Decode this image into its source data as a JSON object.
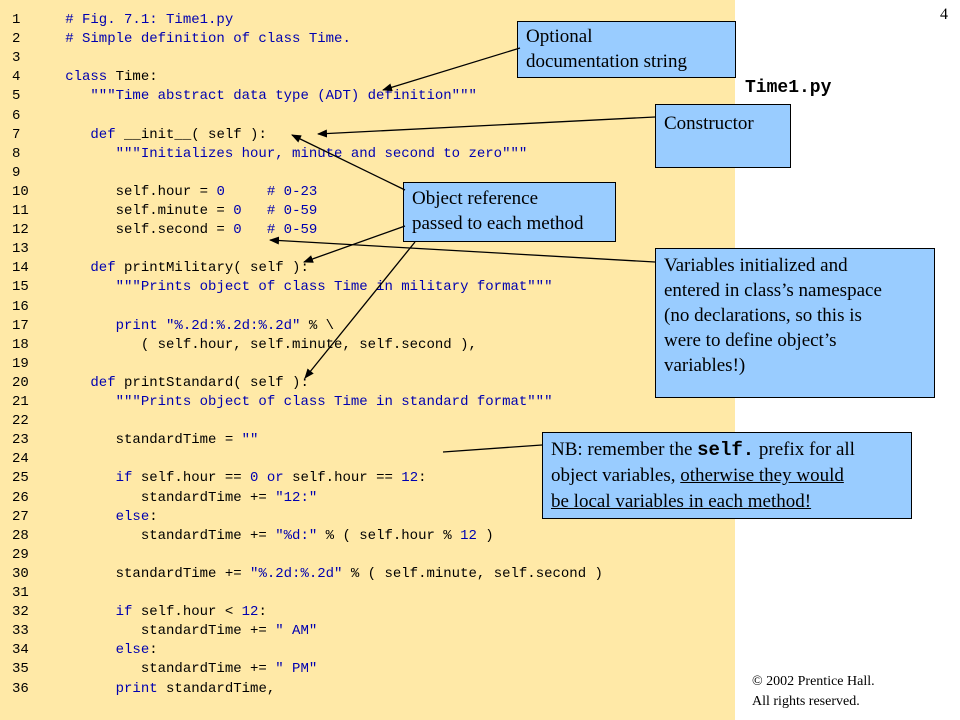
{
  "page_number": "4",
  "filename": "Time1.py",
  "copyright": {
    "line1": "© 2002 Prentice Hall.",
    "line2": "All rights reserved."
  },
  "code_lines": [
    {
      "n": "1",
      "segs": [
        {
          "t": "   # Fig. 7.1: Time1.py",
          "c": "cm"
        }
      ]
    },
    {
      "n": "2",
      "segs": [
        {
          "t": "   # Simple definition of class Time.",
          "c": "cm"
        }
      ]
    },
    {
      "n": "3",
      "segs": []
    },
    {
      "n": "4",
      "segs": [
        {
          "t": "   class",
          "c": "kw"
        },
        {
          "t": " Time:",
          "c": ""
        }
      ]
    },
    {
      "n": "5",
      "segs": [
        {
          "t": "      \"\"\"Time abstract data type (ADT) definition\"\"\"",
          "c": "st"
        }
      ]
    },
    {
      "n": "6",
      "segs": []
    },
    {
      "n": "7",
      "segs": [
        {
          "t": "      def",
          "c": "kw"
        },
        {
          "t": " __init__( self ):",
          "c": ""
        }
      ]
    },
    {
      "n": "8",
      "segs": [
        {
          "t": "         \"\"\"Initializes hour, minute and second to zero\"\"\"",
          "c": "st"
        }
      ]
    },
    {
      "n": "9",
      "segs": []
    },
    {
      "n": "10",
      "segs": [
        {
          "t": "         self.hour = ",
          "c": ""
        },
        {
          "t": "0",
          "c": "nm"
        },
        {
          "t": "     ",
          "c": ""
        },
        {
          "t": "# 0-23",
          "c": "cm"
        }
      ]
    },
    {
      "n": "11",
      "segs": [
        {
          "t": "         self.minute = ",
          "c": ""
        },
        {
          "t": "0",
          "c": "nm"
        },
        {
          "t": "   ",
          "c": ""
        },
        {
          "t": "# 0-59",
          "c": "cm"
        }
      ]
    },
    {
      "n": "12",
      "segs": [
        {
          "t": "         self.second = ",
          "c": ""
        },
        {
          "t": "0",
          "c": "nm"
        },
        {
          "t": "   ",
          "c": ""
        },
        {
          "t": "# 0-59",
          "c": "cm"
        }
      ]
    },
    {
      "n": "13",
      "segs": []
    },
    {
      "n": "14",
      "segs": [
        {
          "t": "      def",
          "c": "kw"
        },
        {
          "t": " printMilitary( self ):",
          "c": ""
        }
      ]
    },
    {
      "n": "15",
      "segs": [
        {
          "t": "         \"\"\"Prints object of class Time in military format\"\"\"",
          "c": "st"
        }
      ]
    },
    {
      "n": "16",
      "segs": []
    },
    {
      "n": "17",
      "segs": [
        {
          "t": "         print",
          "c": "kw"
        },
        {
          "t": " ",
          "c": ""
        },
        {
          "t": "\"%.2d:%.2d:%.2d\"",
          "c": "st"
        },
        {
          "t": " % \\",
          "c": ""
        }
      ]
    },
    {
      "n": "18",
      "segs": [
        {
          "t": "            ( self.hour, self.minute, self.second ),",
          "c": ""
        }
      ]
    },
    {
      "n": "19",
      "segs": []
    },
    {
      "n": "20",
      "segs": [
        {
          "t": "      def",
          "c": "kw"
        },
        {
          "t": " printStandard( self ):",
          "c": ""
        }
      ]
    },
    {
      "n": "21",
      "segs": [
        {
          "t": "         \"\"\"Prints object of class Time in standard format\"\"\"",
          "c": "st"
        }
      ]
    },
    {
      "n": "22",
      "segs": []
    },
    {
      "n": "23",
      "segs": [
        {
          "t": "         standardTime = ",
          "c": ""
        },
        {
          "t": "\"\"",
          "c": "st"
        }
      ]
    },
    {
      "n": "24",
      "segs": []
    },
    {
      "n": "25",
      "segs": [
        {
          "t": "         if",
          "c": "kw"
        },
        {
          "t": " self.hour == ",
          "c": ""
        },
        {
          "t": "0",
          "c": "nm"
        },
        {
          "t": " ",
          "c": ""
        },
        {
          "t": "or",
          "c": "kw"
        },
        {
          "t": " self.hour == ",
          "c": ""
        },
        {
          "t": "12",
          "c": "nm"
        },
        {
          "t": ":",
          "c": ""
        }
      ]
    },
    {
      "n": "26",
      "segs": [
        {
          "t": "            standardTime += ",
          "c": ""
        },
        {
          "t": "\"12:\"",
          "c": "st"
        }
      ]
    },
    {
      "n": "27",
      "segs": [
        {
          "t": "         else",
          "c": "kw"
        },
        {
          "t": ":",
          "c": ""
        }
      ]
    },
    {
      "n": "28",
      "segs": [
        {
          "t": "            standardTime += ",
          "c": ""
        },
        {
          "t": "\"%d:\"",
          "c": "st"
        },
        {
          "t": " % ( self.hour % ",
          "c": ""
        },
        {
          "t": "12",
          "c": "nm"
        },
        {
          "t": " )",
          "c": ""
        }
      ]
    },
    {
      "n": "29",
      "segs": []
    },
    {
      "n": "30",
      "segs": [
        {
          "t": "         standardTime += ",
          "c": ""
        },
        {
          "t": "\"%.2d:%.2d\"",
          "c": "st"
        },
        {
          "t": " % ( self.minute, self.second )",
          "c": ""
        }
      ]
    },
    {
      "n": "31",
      "segs": []
    },
    {
      "n": "32",
      "segs": [
        {
          "t": "         if",
          "c": "kw"
        },
        {
          "t": " self.hour < ",
          "c": ""
        },
        {
          "t": "12",
          "c": "nm"
        },
        {
          "t": ":",
          "c": ""
        }
      ]
    },
    {
      "n": "33",
      "segs": [
        {
          "t": "            standardTime += ",
          "c": ""
        },
        {
          "t": "\" AM\"",
          "c": "st"
        }
      ]
    },
    {
      "n": "34",
      "segs": [
        {
          "t": "         else",
          "c": "kw"
        },
        {
          "t": ":",
          "c": ""
        }
      ]
    },
    {
      "n": "35",
      "segs": [
        {
          "t": "            standardTime += ",
          "c": ""
        },
        {
          "t": "\" PM\"",
          "c": "st"
        }
      ]
    },
    {
      "n": "36",
      "segs": [
        {
          "t": "         print",
          "c": "kw"
        },
        {
          "t": " standardTime,",
          "c": ""
        }
      ]
    }
  ],
  "callouts": {
    "docstring": {
      "line1": "Optional",
      "line2": "documentation string"
    },
    "constructor": {
      "text": "Constructor"
    },
    "object_ref": {
      "line1": "Object reference",
      "line2": "passed to each method"
    },
    "variables": {
      "line1": "Variables initialized and",
      "line2": "entered in class’s namespace",
      "line3": "(no declarations, so this is",
      "line4": "were to define object’s",
      "line5": "variables!)"
    },
    "nb": {
      "pre": "NB: remember the ",
      "mono": "self.",
      "mid": " prefix for all object variables, ",
      "under1": "otherwise they would",
      "under2": "be local variables in each method!"
    }
  }
}
